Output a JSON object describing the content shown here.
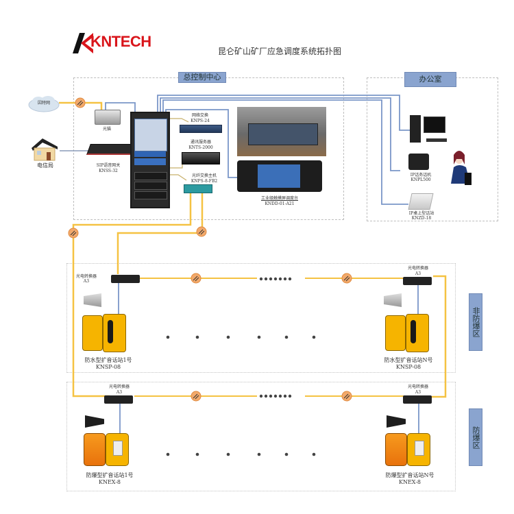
{
  "header": {
    "logo_text": "KNTECH",
    "title": "昆仑矿山矿厂应急调度系统拓扑图"
  },
  "colors": {
    "brand_red": "#d9151b",
    "fiber_line": "#f5c242",
    "ethernet_line": "#7a96c8",
    "zone_tag": "#8aa4cf",
    "fiber_node": "#f2a96b"
  },
  "zones": {
    "control_center": "总控制中心",
    "office": "办公室",
    "non_explosion": "非防爆区",
    "explosion": "防爆区"
  },
  "control_center": {
    "internet": "因特网",
    "telecom": "电信局",
    "optical_modem": "光猫",
    "sip_gateway": {
      "name": "SIP语音网关",
      "model": "KNSS-32"
    },
    "network_switch": {
      "name": "网络交换",
      "model": "KNPS-24"
    },
    "comm_server": {
      "name": "通讯服务器",
      "model": "KNTS-2000"
    },
    "fiber_switch": {
      "name": "光纤交换主机",
      "model": "KNPS-8-FB2"
    },
    "console": {
      "name": "工业级触摸屏调度台",
      "model": "KNDD-01-A21"
    }
  },
  "office": {
    "ip_phone": {
      "name": "IP话务话机",
      "model": "KNPL500"
    },
    "intercom": {
      "name": "IP桌上型话站",
      "model": "KNZD-18"
    }
  },
  "non_explosion": {
    "converter_left": {
      "name": "光电转换器",
      "model": "A3"
    },
    "converter_right": {
      "name": "光电转换器",
      "model": "A3"
    },
    "station_left": {
      "name": "防水型扩音话站1号",
      "model": "KNSP-08"
    },
    "station_right": {
      "name": "防水型扩音话站N号",
      "model": "KNSP-08"
    }
  },
  "explosion": {
    "converter_left": {
      "name": "光电转换器",
      "model": "A3"
    },
    "converter_right": {
      "name": "光电转换器",
      "model": "A3"
    },
    "station_left": {
      "name": "防爆型扩音话站1号",
      "model": "KNEX-8"
    },
    "station_right": {
      "name": "防爆型扩音话站N号",
      "model": "KNEX-8"
    }
  }
}
